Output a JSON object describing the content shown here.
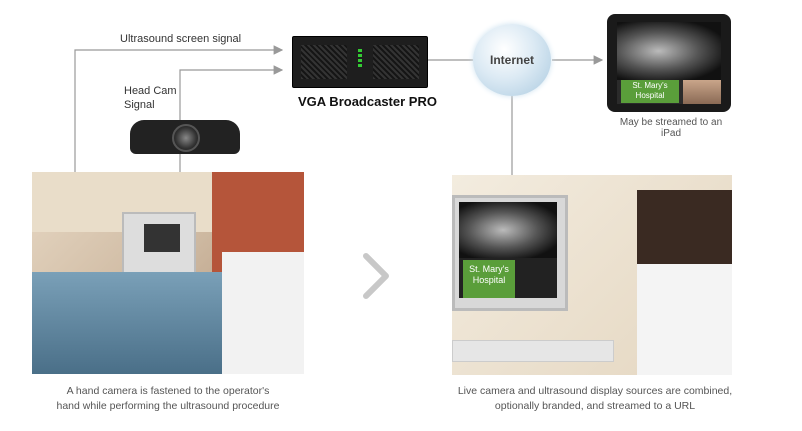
{
  "labels": {
    "ultrasound_signal": "Ultrasound screen signal",
    "head_cam_line1": "Head Cam",
    "head_cam_line2": "Signal",
    "broadcaster": "VGA Broadcaster PRO",
    "internet": "Internet",
    "ipad_caption": "May be streamed to an iPad",
    "hospital_line1": "St. Mary's",
    "hospital_line2": "Hospital"
  },
  "captions": {
    "left_line1": "A hand camera is fastened to the operator's",
    "left_line2": "hand while performing the ultrasound procedure",
    "right_line1": "Live camera and ultrasound display sources are combined,",
    "right_line2": "optionally branded, and streamed to a URL"
  },
  "colors": {
    "connector": "#999999",
    "brand_green": "#5a9e3a",
    "globe": "#cfe3f0"
  }
}
